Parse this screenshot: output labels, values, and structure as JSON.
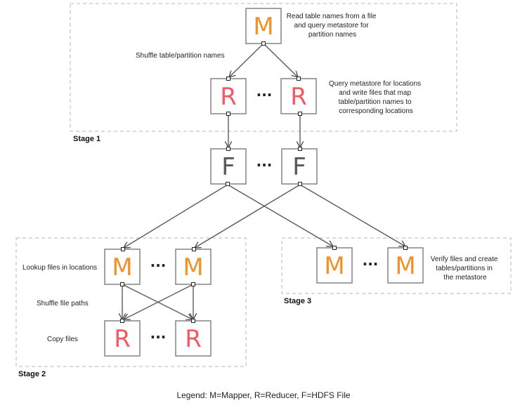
{
  "colors": {
    "mapper": "#f0922b",
    "reducer": "#f25a64",
    "file": "#555a5f"
  },
  "stages": [
    {
      "label": "Stage 1",
      "notes": {
        "mapper": [
          "Read table names from a file",
          "and query metastore for",
          "partition names"
        ],
        "shuffle": "Shuffle table/partition names",
        "reducer": [
          "Query metastore for locations",
          "and write files that map",
          "table/partition names to",
          "corresponding locations"
        ]
      }
    },
    {
      "label": "Stage 2",
      "notes": {
        "mapper": "Lookup files in locations",
        "shuffle": "Shuffle file paths",
        "reducer": "Copy files"
      }
    },
    {
      "label": "Stage 3",
      "notes": {
        "mapper": [
          "Verify files and create",
          "tables/partitions in",
          "the metastore"
        ]
      }
    }
  ],
  "nodes": {
    "s1_m": "M",
    "s1_r1": "R",
    "s1_r2": "R",
    "f1": "F",
    "f2": "F",
    "s2_m1": "M",
    "s2_m2": "M",
    "s2_r1": "R",
    "s2_r2": "R",
    "s3_m1": "M",
    "s3_m2": "M"
  },
  "ellipsis": "···",
  "legend": "Legend: M=Mapper, R=Reducer, F=HDFS File"
}
